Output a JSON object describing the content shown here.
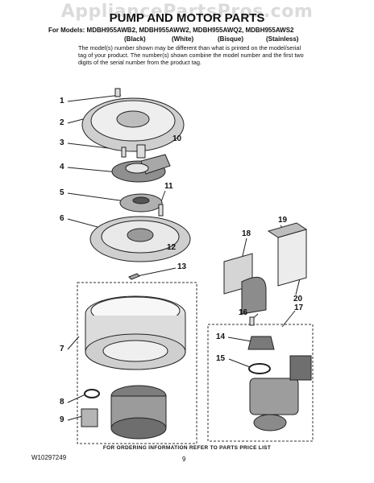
{
  "watermark": "AppliancePartsPros.com",
  "title": "PUMP AND MOTOR PARTS",
  "models_line": "For Models: MDBH955AWB2, MDBH955AWW2, MDBH955AWQ2, MDBH955AWS2",
  "colors": [
    "(Black)",
    "(White)",
    "(Bisque)",
    "(Stainless)"
  ],
  "note": "The model(s) number shown may be different than what is printed on the model/serial tag of your product. The number(s) shown combine the model number and the first two digits of the serial number from the product tag.",
  "callouts": [
    "1",
    "2",
    "3",
    "4",
    "5",
    "6",
    "7",
    "8",
    "9",
    "10",
    "11",
    "12",
    "13",
    "14",
    "15",
    "16",
    "17",
    "18",
    "19",
    "20"
  ],
  "footer": "FOR ORDERING INFORMATION REFER TO PARTS PRICE LIST",
  "doc_number": "W10297249",
  "page_number": "9"
}
